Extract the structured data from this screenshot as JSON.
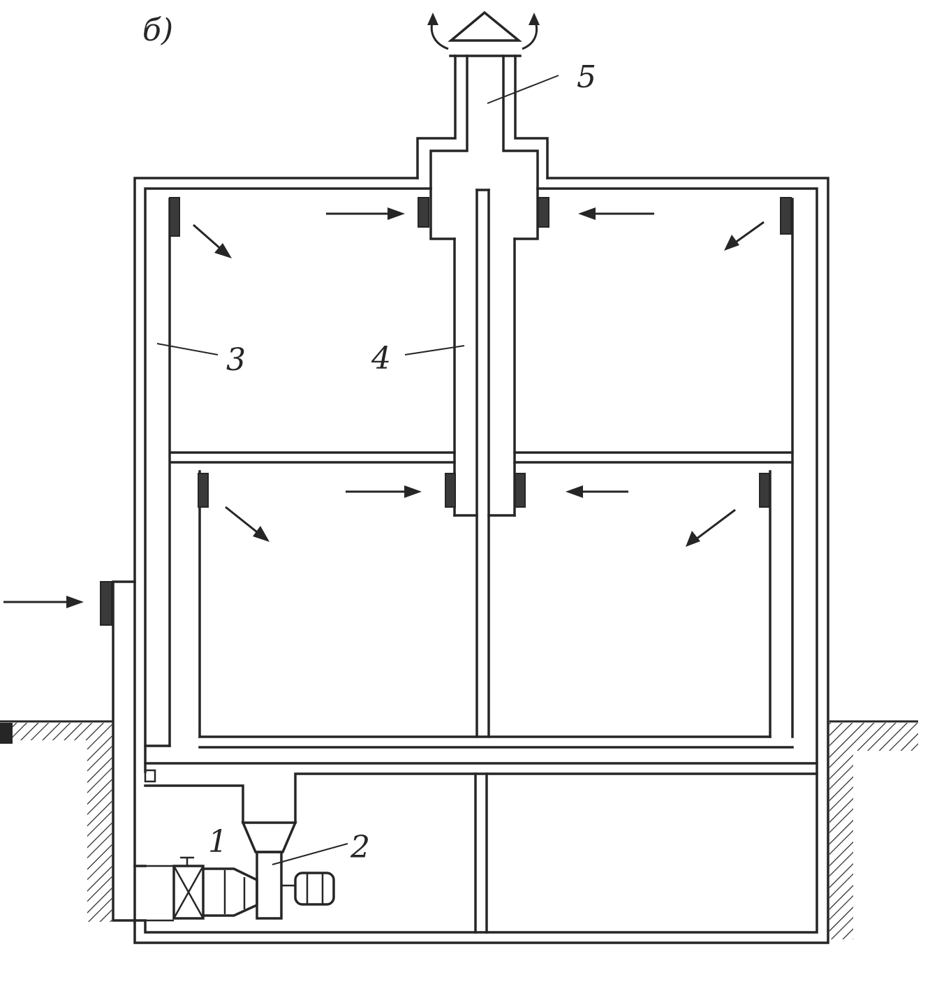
{
  "figure": {
    "panel_letter": "б)"
  },
  "labels": [
    {
      "id": "1",
      "text": "1"
    },
    {
      "id": "2",
      "text": "2"
    },
    {
      "id": "3",
      "text": "3"
    },
    {
      "id": "4",
      "text": "4"
    },
    {
      "id": "5",
      "text": "5"
    }
  ],
  "colors": {
    "ink": "#262626",
    "background": "#ffffff"
  },
  "icons": {
    "airflow": "arrow-icon",
    "filter": "filter-block-icon",
    "exhaust_cap": "triangle-cap-icon"
  }
}
